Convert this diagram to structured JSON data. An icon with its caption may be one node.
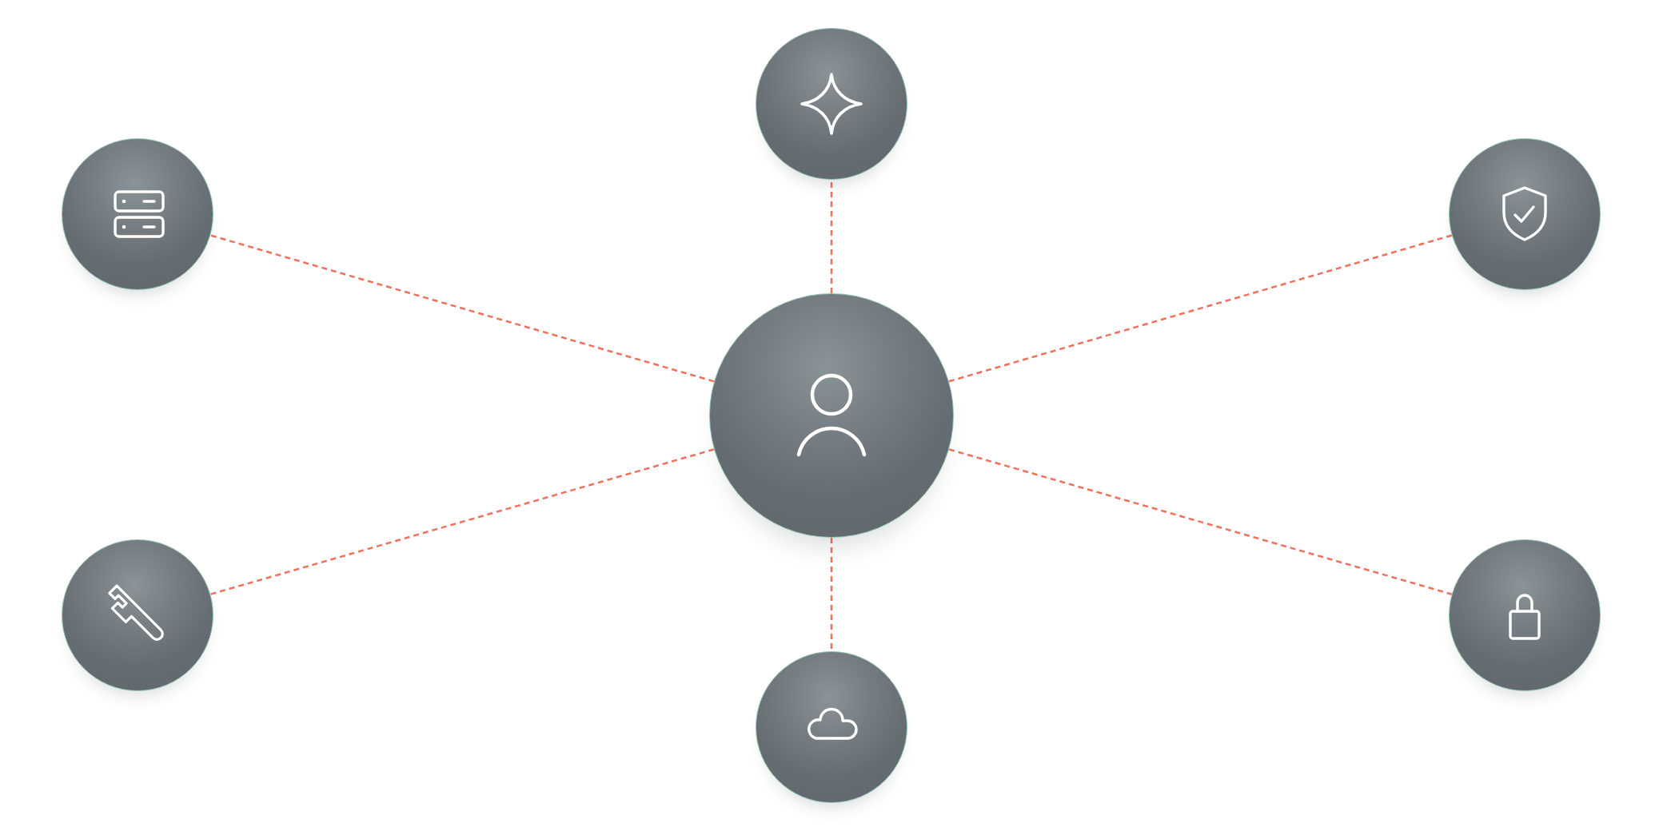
{
  "diagram": {
    "nodes": [
      {
        "text": [],
        "shape": "circle"
      },
      {
        "text": [],
        "shape": "circle"
      },
      {
        "text": [],
        "shape": "circle"
      },
      {
        "text": [],
        "shape": "circle"
      },
      {
        "text": [],
        "shape": "circle"
      },
      {
        "text": [],
        "shape": "circle"
      },
      {
        "text": [],
        "shape": "circle"
      }
    ],
    "edges": [
      {
        "from": 3,
        "to": 0,
        "arrow": "none",
        "style": "dashed"
      },
      {
        "from": 3,
        "to": 1,
        "arrow": "none",
        "style": "dashed"
      },
      {
        "from": 3,
        "to": 2,
        "arrow": "none",
        "style": "dashed"
      },
      {
        "from": 3,
        "to": 4,
        "arrow": "none",
        "style": "dashed"
      },
      {
        "from": 3,
        "to": 5,
        "arrow": "none",
        "style": "dashed"
      },
      {
        "from": 3,
        "to": 6,
        "arrow": "none",
        "style": "dashed"
      }
    ]
  }
}
